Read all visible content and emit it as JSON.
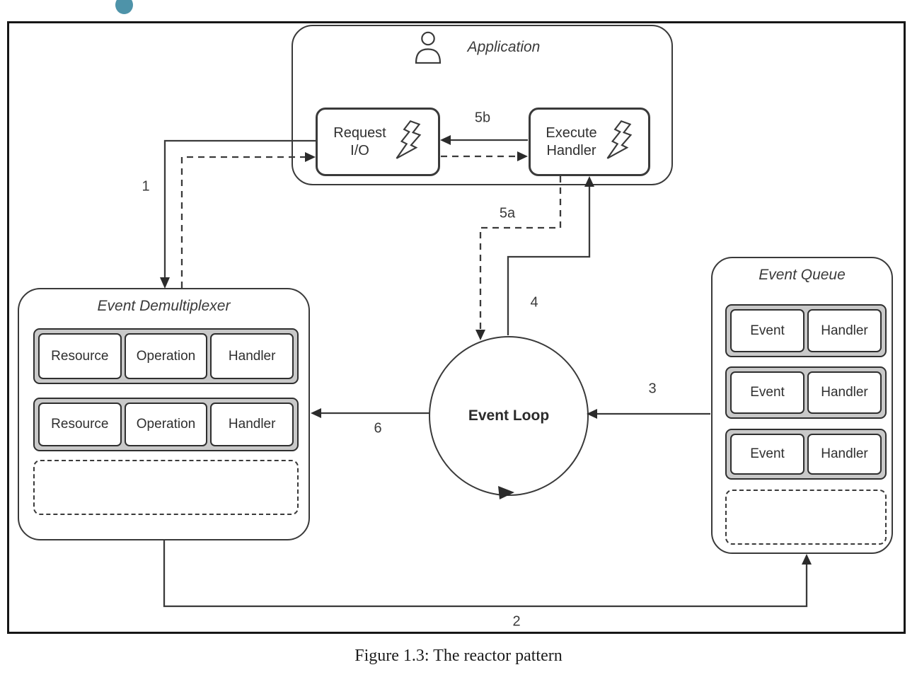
{
  "figure": {
    "caption": "Figure 1.3: The reactor pattern"
  },
  "application": {
    "title": "Application",
    "request_io": {
      "line1": "Request",
      "line2": "I/O"
    },
    "execute_handler": {
      "line1": "Execute",
      "line2": "Handler"
    }
  },
  "event_demultiplexer": {
    "title": "Event Demultiplexer",
    "rows": [
      {
        "cells": [
          "Resource",
          "Operation",
          "Handler"
        ]
      },
      {
        "cells": [
          "Resource",
          "Operation",
          "Handler"
        ]
      }
    ]
  },
  "event_queue": {
    "title": "Event Queue",
    "rows": [
      {
        "cells": [
          "Event",
          "Handler"
        ]
      },
      {
        "cells": [
          "Event",
          "Handler"
        ]
      },
      {
        "cells": [
          "Event",
          "Handler"
        ]
      }
    ]
  },
  "event_loop": {
    "label": "Event Loop"
  },
  "arrow_labels": {
    "step1": "1",
    "step2": "2",
    "step3": "3",
    "step4": "4",
    "step5a": "5a",
    "step5b": "5b",
    "step6": "6"
  },
  "colors": {
    "line": "#3a3a3a",
    "row_fill": "#c9c9c9",
    "accent_bullet": "#4e93a9",
    "frame": "#161616"
  }
}
